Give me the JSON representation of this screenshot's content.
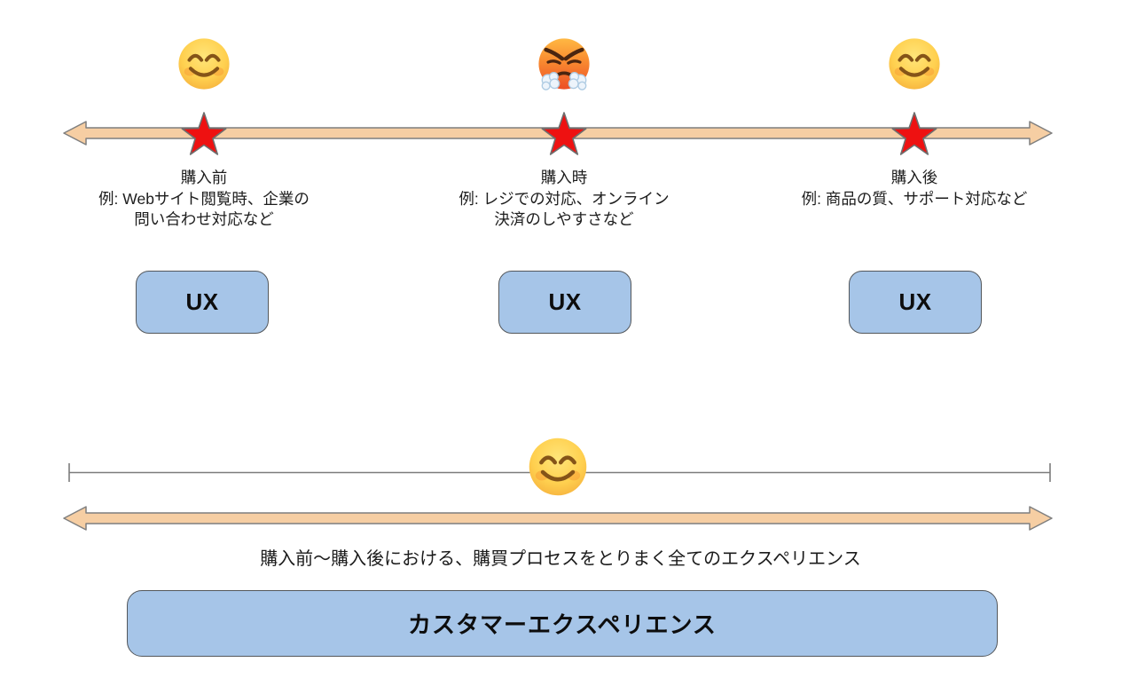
{
  "colors": {
    "arrow_fill": "#F6CEA3",
    "arrow_stroke": "#7F7F7F",
    "box_fill": "#A6C5E8",
    "box_stroke": "#53575B",
    "star_fill": "#EE1111",
    "star_stroke": "#6E6E6E",
    "bracket_stroke": "#7C7C7C"
  },
  "top_timeline": {
    "points": [
      {
        "emoji": "smiling-face-emoji",
        "marker": "red-star",
        "label": "購入前",
        "example_lines": [
          "例: Webサイト閲覧時、企業の",
          "問い合わせ対応など"
        ],
        "box_label": "UX"
      },
      {
        "emoji": "face-with-steam-emoji",
        "marker": "red-star",
        "label": "購入時",
        "example_lines": [
          "例: レジでの対応、オンライン",
          "決済のしやすさなど"
        ],
        "box_label": "UX"
      },
      {
        "emoji": "smiling-face-emoji",
        "marker": "red-star",
        "label": "購入後",
        "example_lines": [
          "例: 商品の質、サポート対応など"
        ],
        "box_label": "UX"
      }
    ]
  },
  "bottom_section": {
    "emoji": "smiling-face-emoji",
    "caption": "購入前〜購入後における、購買プロセスをとりまく全てのエクスペリエンス",
    "box_label": "カスタマーエクスペリエンス"
  }
}
